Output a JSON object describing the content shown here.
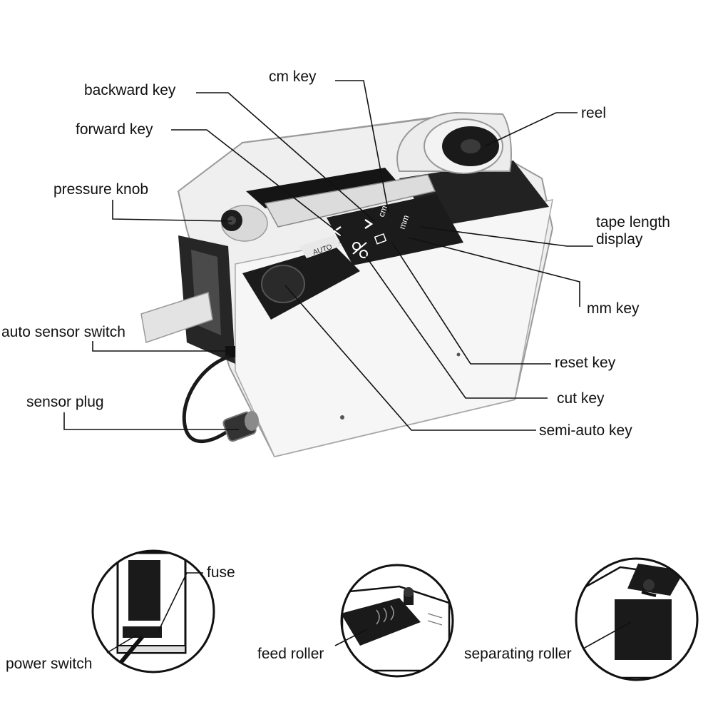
{
  "labels": {
    "cm_key": "cm key",
    "backward_key": "backward key",
    "forward_key": "forward key",
    "pressure_knob": "pressure knob",
    "auto_sensor_switch": "auto sensor switch",
    "sensor_plug": "sensor plug",
    "reel": "reel",
    "tape_length_display": "tape length display",
    "mm_key": "mm key",
    "reset_key": "reset key",
    "cut_key": "cut key",
    "semi_auto_key": "semi-auto key",
    "fuse": "fuse",
    "power_switch": "power switch",
    "feed_roller": "feed roller",
    "separating_roller": "separating roller"
  },
  "panel_text": {
    "cm": "cm",
    "mm": "mm",
    "auto": "AUTO"
  },
  "colors": {
    "body": "#f1f1f1",
    "panel": "#1b1b1b",
    "line": "#111111"
  }
}
